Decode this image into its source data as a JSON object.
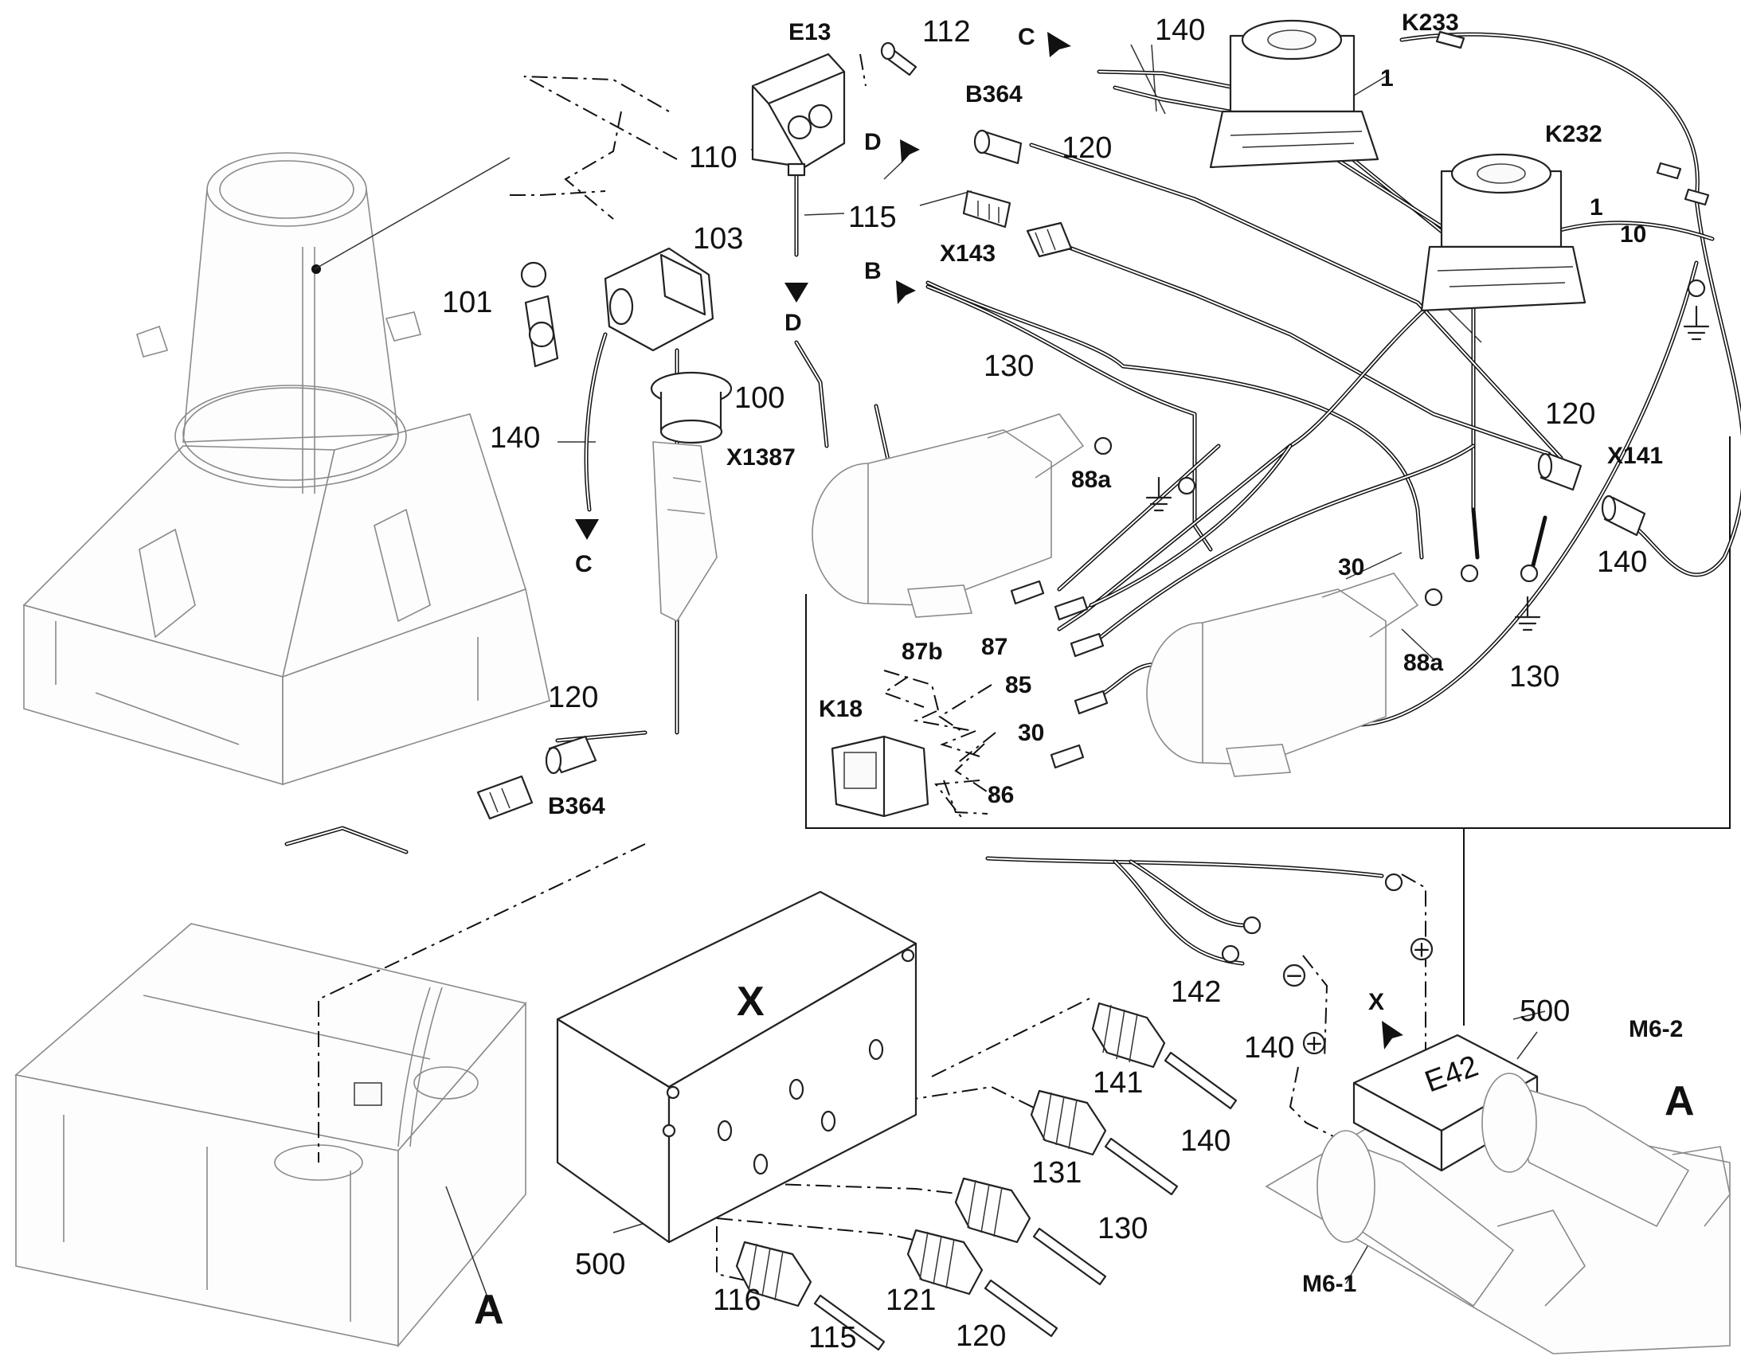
{
  "labels": {
    "e13": "E13",
    "p112": "112",
    "c_top": "C",
    "p140_top": "140",
    "k233": "K233",
    "k233_pin1": "1",
    "b364_top": "B364",
    "p120_top": "120",
    "k232": "K232",
    "k232_pin1": "1",
    "k232_pin10": "10",
    "p110": "110",
    "d_top": "D",
    "p115": "115",
    "x143": "X143",
    "d_bottom": "D",
    "p103": "103",
    "b_arrow": "B",
    "p101": "101",
    "p100": "100",
    "p130_top": "130",
    "p140_left": "140",
    "x1387": "X1387",
    "c_bottom": "C",
    "p88a_left": "88a",
    "p120_right": "120",
    "x141": "X141",
    "p140_right": "140",
    "p30_right": "30",
    "p88a_right": "88a",
    "p130_right": "130",
    "p87b": "87b",
    "p87": "87",
    "p85": "85",
    "p30_bottom": "30",
    "p86": "86",
    "k18": "K18",
    "p120_mid": "120",
    "b364_mid": "B364",
    "box_x": "X",
    "p142": "142",
    "p140_g1": "140",
    "p141": "141",
    "p140_g2": "140",
    "p131": "131",
    "p130_g": "130",
    "p116": "116",
    "p121": "121",
    "p115_g": "115",
    "p120_g": "120",
    "p500_left": "500",
    "p500_right": "500",
    "x_arrow": "X",
    "e42": "E42",
    "m6_2": "M6-2",
    "m6_1": "M6-1",
    "a_left": "A",
    "a_right": "A"
  },
  "polarity": {
    "minus": "−",
    "plus1": "+",
    "plus2": "+"
  },
  "icons": {
    "ground": "ground-symbol-icon",
    "direction_arrow": "direction-arrow-icon"
  },
  "colors": {
    "line": "#222222",
    "secondary": "#8a8a8a",
    "background": "#ffffff"
  }
}
